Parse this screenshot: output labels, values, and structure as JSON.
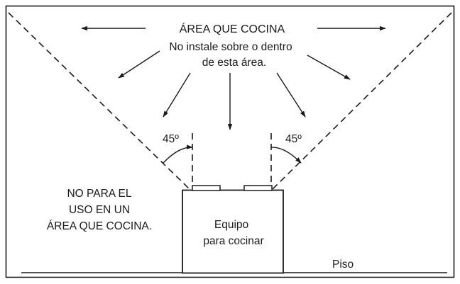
{
  "cooking_area": {
    "title": "ÁREA QUE COCINA",
    "warning_line1": "No instale sobre o dentro",
    "warning_line2": "de esta área."
  },
  "angles": {
    "left": "45º",
    "right": "45º"
  },
  "not_for_use": {
    "line1": "NO PARA EL",
    "line2": "USO EN UN",
    "line3": "ÁREA QUE COCINA."
  },
  "appliance": {
    "line1": "Equipo",
    "line2": "para cocinar"
  },
  "floor_label": "Piso"
}
